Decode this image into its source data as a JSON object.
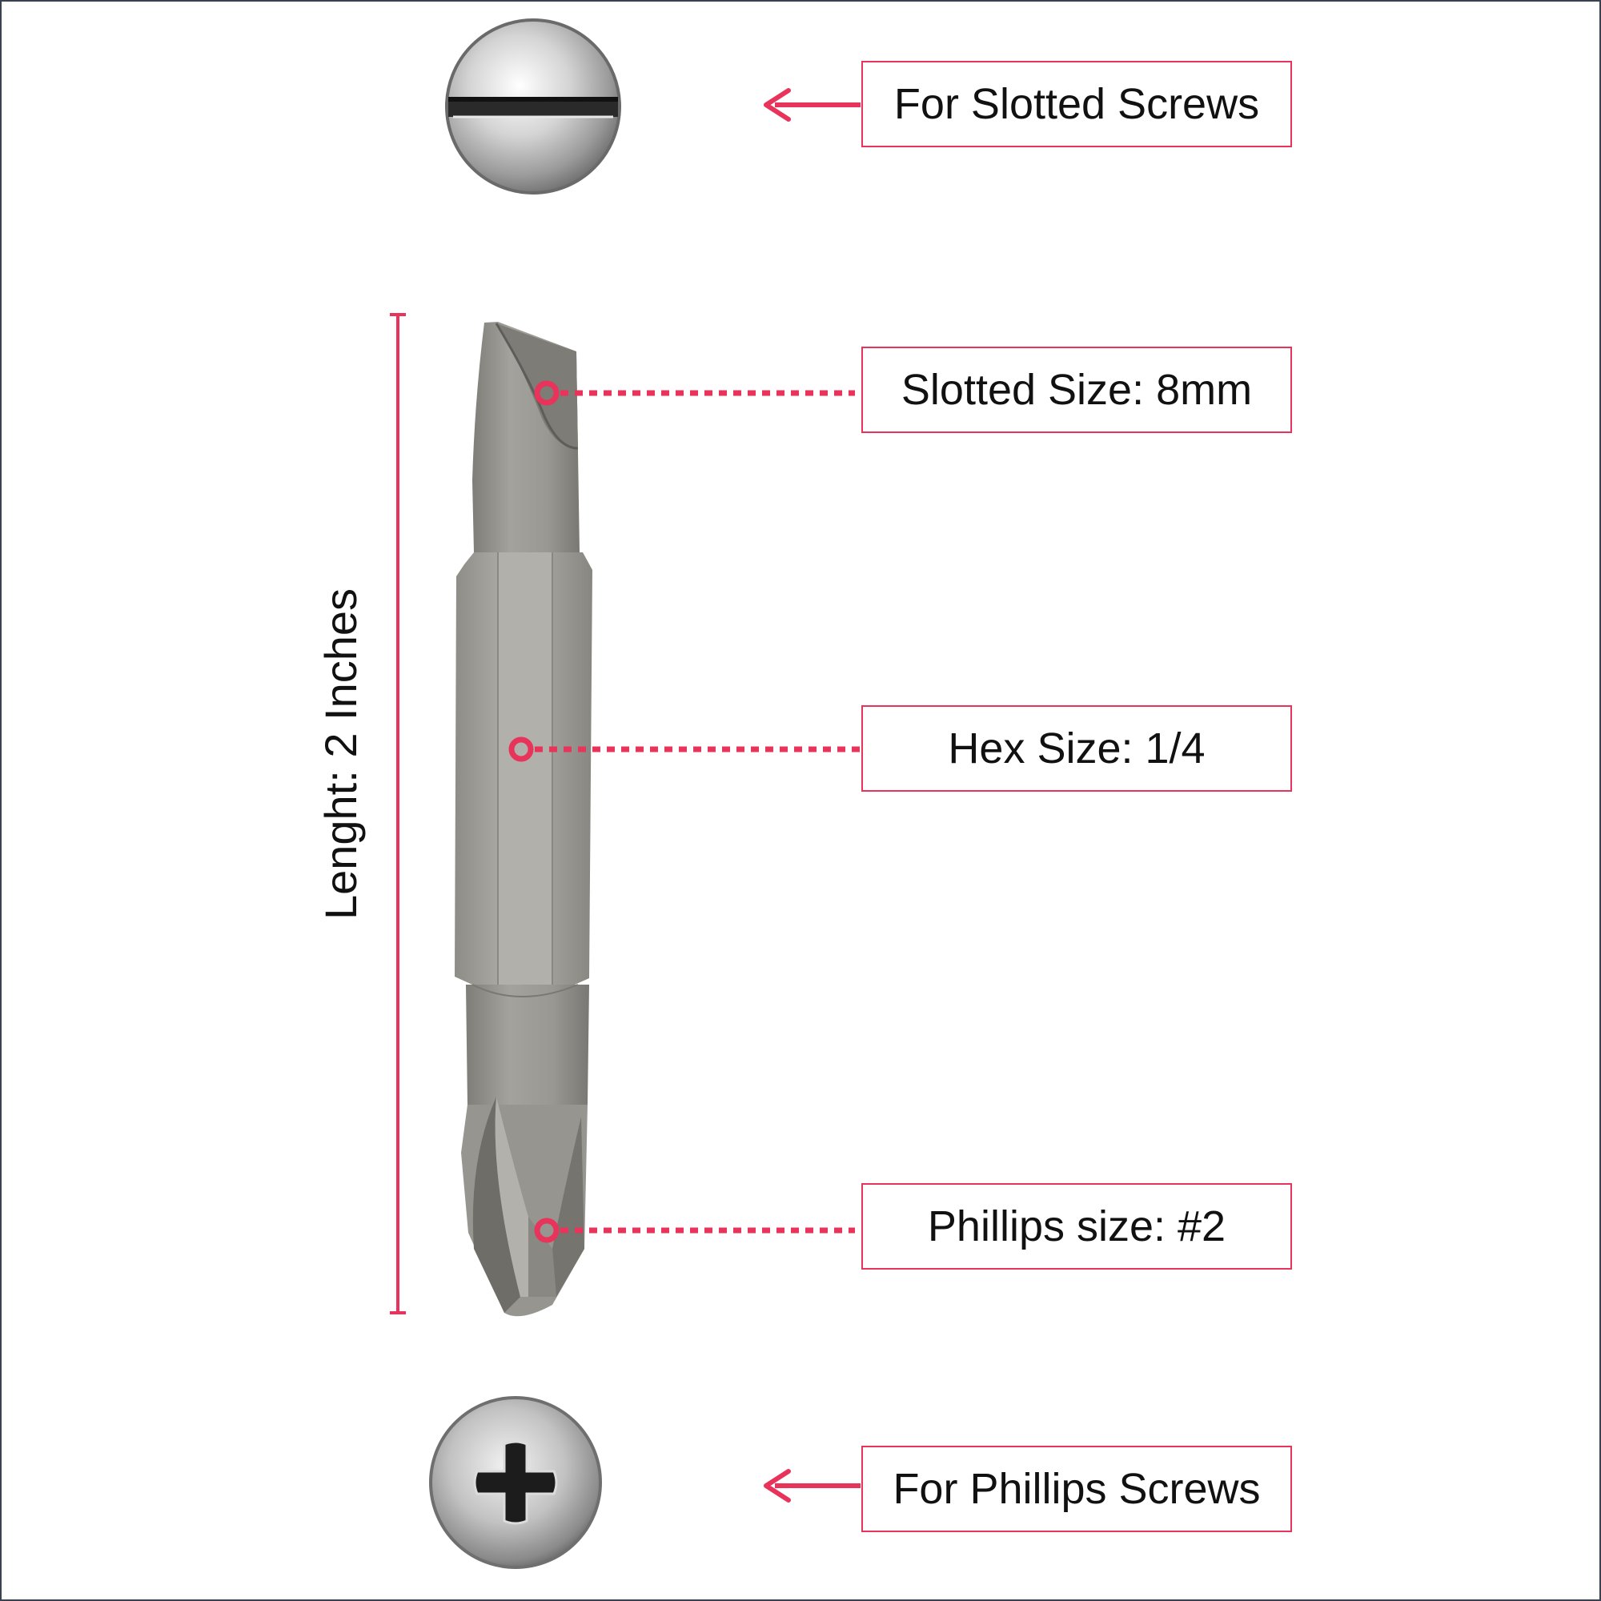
{
  "labels": {
    "slotted_screws": "For Slotted Screws",
    "slotted_size": "Slotted Size: 8mm",
    "hex_size": "Hex Size: 1/4",
    "phillips_size": "Phillips size: #2",
    "phillips_screws": "For Phillips Screws",
    "length": "Lenght: 2 Inches"
  },
  "colors": {
    "accent": "#e8335a",
    "steel": "#9a9892",
    "frame": "#3a4150",
    "text": "#111111"
  },
  "icons": {
    "slotted_screw": "slotted-screw-head-icon",
    "phillips_screw": "phillips-screw-head-icon",
    "arrow": "left-arrow-icon",
    "callout_dot": "callout-ring-icon"
  }
}
